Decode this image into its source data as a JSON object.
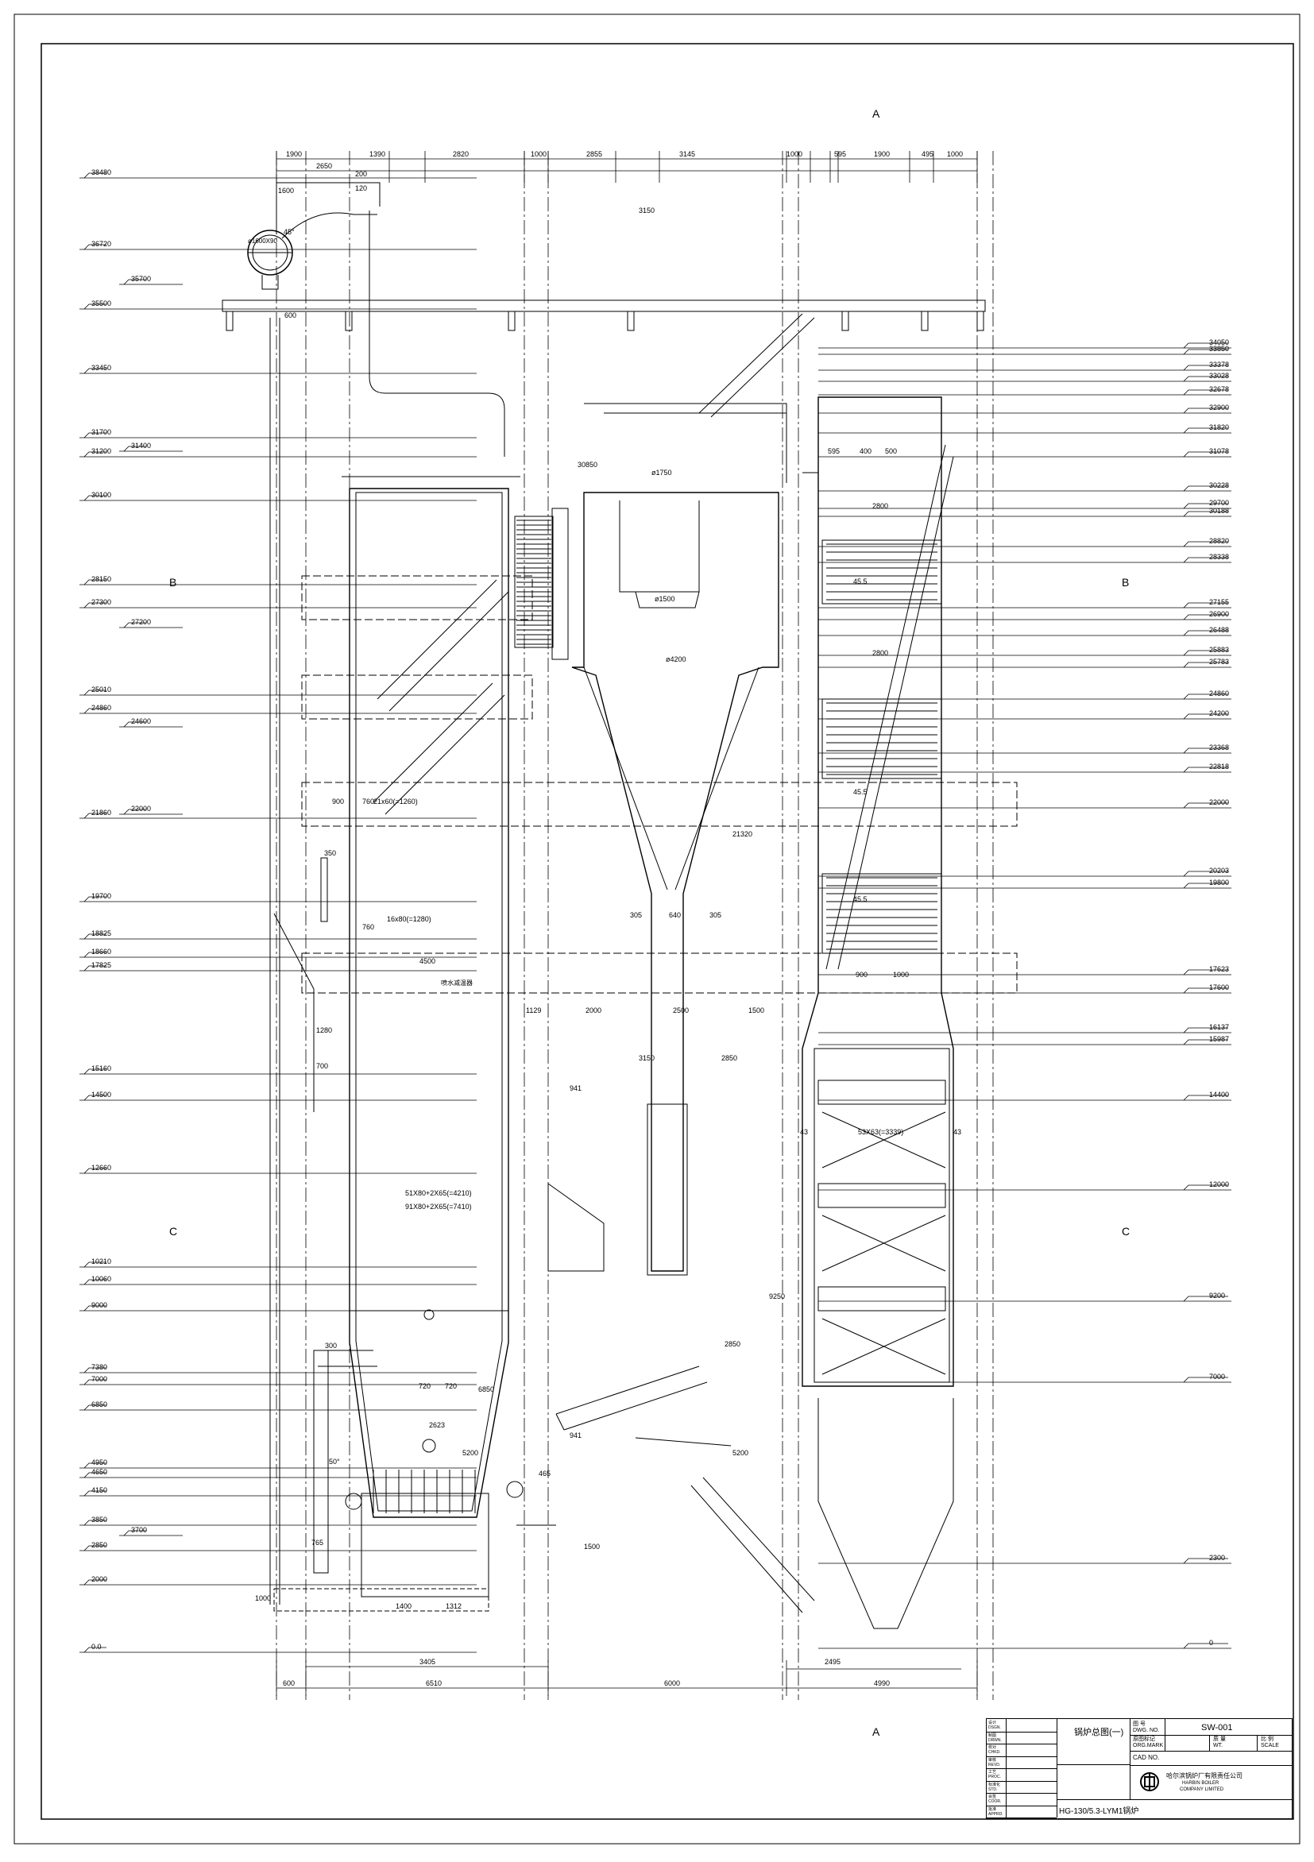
{
  "drawing": {
    "section_labels": {
      "a_top": "A",
      "a_bottom": "A",
      "b_left": "B",
      "b_right": "B",
      "c_left": "C",
      "c_right": "C"
    },
    "top_dimensions": [
      "1900",
      "2650",
      "1390",
      "200",
      "120",
      "1600",
      "2820",
      "1000",
      "2855",
      "3145",
      "1000",
      "595",
      "1900",
      "495",
      "1000"
    ],
    "bottom_dimensions": [
      "600",
      "6510",
      "6000",
      "4990",
      "3405",
      "2495",
      "1400",
      "1312"
    ],
    "left_elevations": [
      "38480",
      "36720",
      "35700",
      "35500",
      "33450",
      "31700",
      "31200",
      "31400",
      "30100",
      "28150",
      "27300",
      "27200",
      "25010",
      "24860",
      "24600",
      "21860",
      "22000",
      "19700",
      "18825",
      "18660",
      "17825",
      "15160",
      "14500",
      "12660",
      "10210",
      "10060",
      "9000",
      "7380",
      "7000",
      "6850",
      "4950",
      "4650",
      "4150",
      "3850",
      "3700",
      "2850",
      "2000",
      "0.0"
    ],
    "right_elevations": [
      "34050",
      "33850",
      "33378",
      "33028",
      "32678",
      "32900",
      "31820",
      "31078",
      "30228",
      "29700",
      "30188",
      "28820",
      "28338",
      "27155",
      "26900",
      "26488",
      "25883",
      "25783",
      "24860",
      "24200",
      "23368",
      "22818",
      "22000",
      "20203",
      "19800",
      "17623",
      "17600",
      "16137",
      "15987",
      "14400",
      "12000",
      "9200",
      "7000",
      "2300",
      "0"
    ],
    "annotations": {
      "drum_dia": "ø1600X90",
      "angle": "45°",
      "cyclone_top": "ø1750",
      "cyclone_mid": "ø1500",
      "cyclone_body": "ø4200",
      "cyclone_outlet": "640",
      "dim_3150": "3150",
      "dim_2850": "2850",
      "dim_4500": "4500",
      "dim_2000": "2000",
      "dim_2500": "2500",
      "dim_1500": "1500",
      "dim_1129": "1129",
      "dim_941": "941",
      "dim_305a": "305",
      "dim_305b": "305",
      "dim_21320": "21320",
      "tubes_1": "51X80+2X65(=4210)",
      "tubes_2": "91X80+2X65(=7410)",
      "tubes_3": "16x80(=1280)",
      "tubes_4": "21x60(=1260)",
      "dim_2623": "2623",
      "dim_720a": "720",
      "dim_720b": "720",
      "dim_6850": "6850",
      "dim_5200a": "5200",
      "dim_5200b": "5200",
      "dim_9250": "9250",
      "dim_765": "765",
      "dim_1000": "1000",
      "dim_300": "300",
      "dim_50": "50°",
      "dim_900": "900",
      "dim_760a": "760",
      "dim_760b": "760",
      "dim_350": "350",
      "dim_1280": "1280",
      "dim_700": "700",
      "dim_30850": "30850",
      "dim_595b": "595",
      "dim_400": "400",
      "dim_500": "500",
      "dim_2800": "2800",
      "dim_43a": "43",
      "dim_43b": "43",
      "dim_53x63": "53X63(=3339)",
      "dim_45_5": "45.5",
      "dim_900b": "900",
      "dim_1000b": "1000",
      "dim_465": "465",
      "dim_1500b": "1500",
      "dim_600": "600",
      "furnace_label": "喷水减温器"
    }
  },
  "title_block": {
    "drawing_title": "锅炉总图(一)",
    "model": "HG-130/5.3-LYM1锅炉",
    "dwg_no_label": "图 号",
    "dwg_no_label_en": "DWG. NO.",
    "dwg_no": "SW-001",
    "weight_label": "质 量",
    "weight_label_en": "WT.",
    "scale_label": "比 例",
    "scale_label_en": "SCALE",
    "mark_label": "原图标记",
    "mark_label_en": "ORG.MARK",
    "cad_label": "CAD NO.",
    "company_cn": "哈尔滨锅炉厂有限责任公司",
    "company_en_1": "HARBIN BOILER",
    "company_en_2": "COMPANY LIMITED",
    "sign_rows": [
      {
        "cn": "设计",
        "en": "DSGN."
      },
      {
        "cn": "制图",
        "en": "DRWN."
      },
      {
        "cn": "校对",
        "en": "CHKD."
      },
      {
        "cn": "审核",
        "en": "REVD."
      },
      {
        "cn": "工艺",
        "en": "PROC."
      },
      {
        "cn": "标准化",
        "en": "STD."
      },
      {
        "cn": "会签",
        "en": "COOR."
      },
      {
        "cn": "批准",
        "en": "APPRD."
      }
    ]
  }
}
